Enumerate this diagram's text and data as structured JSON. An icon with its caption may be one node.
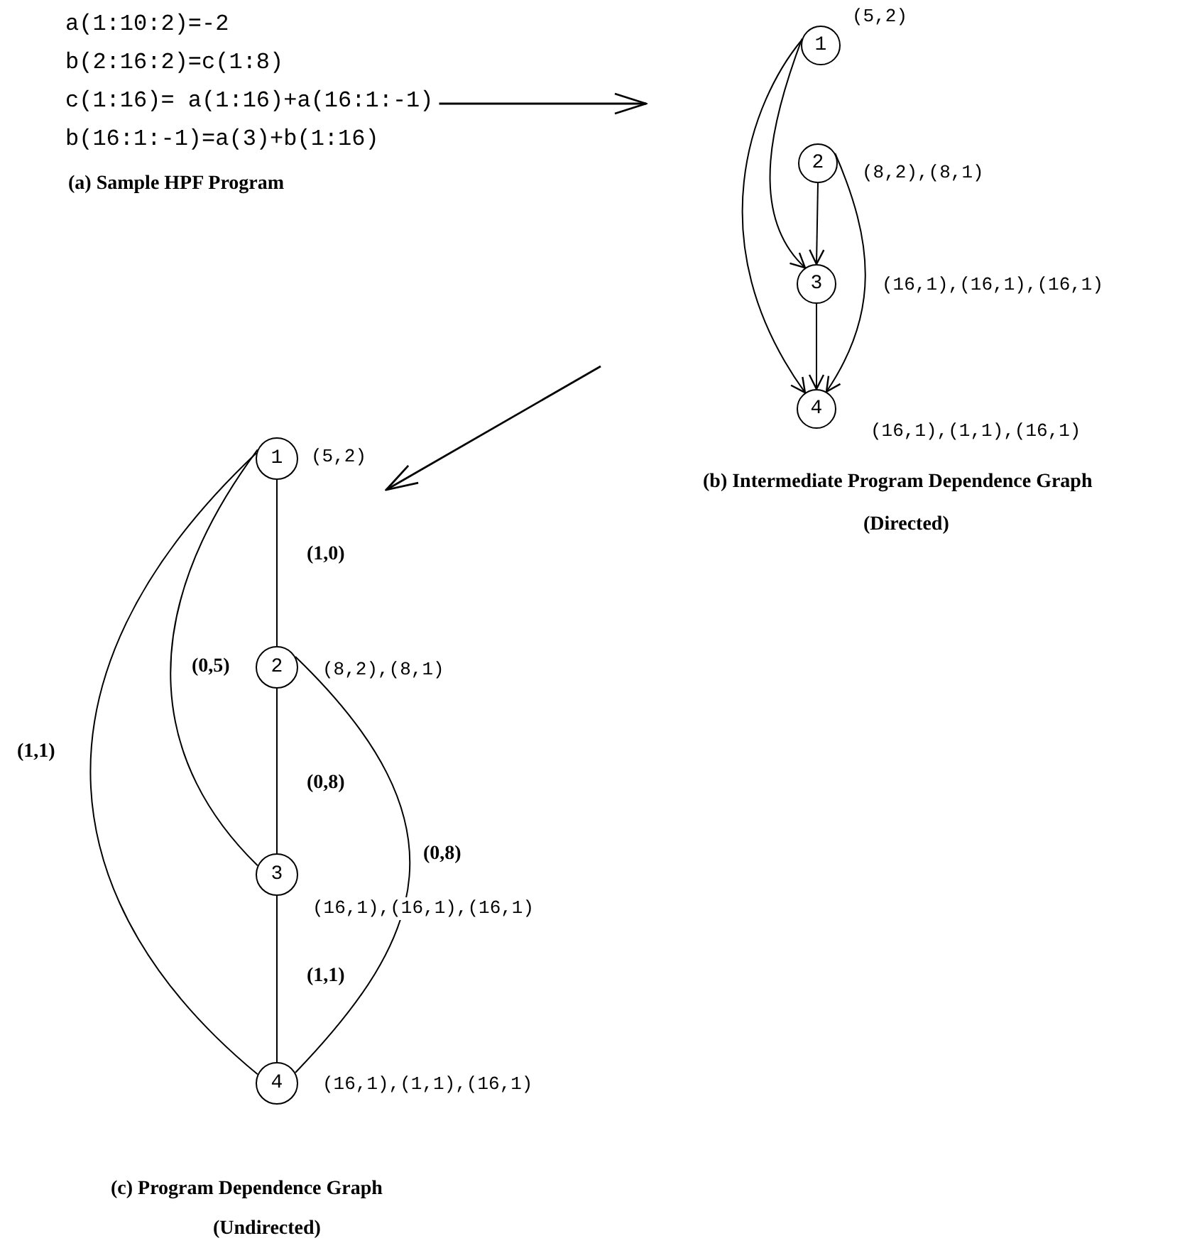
{
  "diagram": {
    "nodes": [
      {
        "text": [
          "a(1:10:2)=-2",
          "b(2:16:2)=c(1:8)",
          "c(1:16)= a(1:16)+a(16:1:-1)",
          "b(16:1:-1)=a(3)+b(1:16)"
        ]
      },
      {
        "text": [
          "1"
        ],
        "beside": [
          "(5,2)"
        ]
      },
      {
        "text": [
          "2"
        ],
        "beside": [
          "(8,2),(8,1)"
        ]
      },
      {
        "text": [
          "3"
        ],
        "beside": [
          "(16,1),(16,1),(16,1)"
        ]
      },
      {
        "text": [
          "4"
        ],
        "beside": [
          "(16,1),(1,1),(16,1)"
        ]
      },
      {
        "text": [
          "1"
        ],
        "beside": [
          "(5,2)"
        ]
      },
      {
        "text": [
          "2"
        ],
        "beside": [
          "(8,2),(8,1)"
        ]
      },
      {
        "text": [
          "3"
        ],
        "beside": [
          "(16,1),(16,1),(16,1)"
        ]
      },
      {
        "text": [
          "4"
        ],
        "beside": [
          "(16,1),(1,1),(16,1)"
        ]
      }
    ],
    "edges": [
      {
        "from": 0,
        "to": null,
        "arrow": "to"
      },
      {
        "from": null,
        "to": 5,
        "arrow": "to"
      },
      {
        "from": 1,
        "to": 3,
        "arrow": "to"
      },
      {
        "from": 1,
        "to": 4,
        "arrow": "to"
      },
      {
        "from": 2,
        "to": 3,
        "arrow": "to"
      },
      {
        "from": 2,
        "to": 4,
        "arrow": "to"
      },
      {
        "from": 3,
        "to": 4,
        "arrow": "to"
      },
      {
        "from": 5,
        "to": 6,
        "arrow": "none",
        "label": "(1,0)"
      },
      {
        "from": 5,
        "to": 7,
        "arrow": "none",
        "label": "(0,5)"
      },
      {
        "from": 5,
        "to": 8,
        "arrow": "none",
        "label": "(1,1)"
      },
      {
        "from": 6,
        "to": 7,
        "arrow": "none",
        "label": "(0,8)"
      },
      {
        "from": 6,
        "to": 8,
        "arrow": "none",
        "label": "(0,8)"
      },
      {
        "from": 7,
        "to": 8,
        "arrow": "none",
        "label": "(1,1)"
      }
    ],
    "labels": [
      "(a) Sample HPF Program",
      "(b) Intermediate Program Dependence Graph",
      "(Directed)",
      "(c) Program Dependence Graph",
      "(Undirected)"
    ]
  }
}
